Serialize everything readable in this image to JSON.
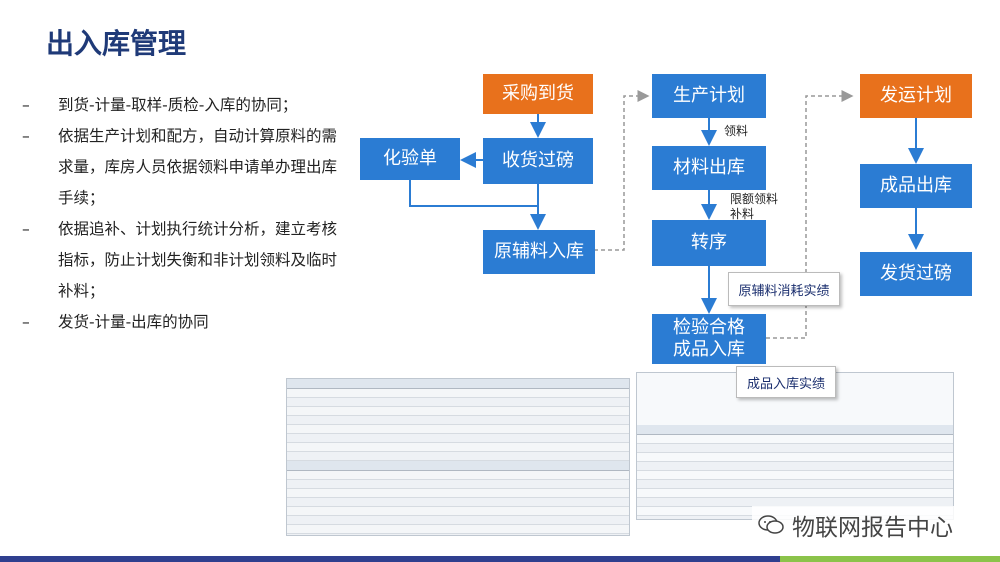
{
  "title": "出入库管理",
  "bullets": [
    "到货-计量-取样-质检-入库的协同；",
    "依据生产计划和配方，自动计算原料的需求量，库房人员依据领料申请单办理出库手续；",
    "依据追补、计划执行统计分析，建立考核指标，防止计划失衡和非计划领料及临时补料；",
    "发货-计量-出库的协同"
  ],
  "bullet_marker": "–",
  "flow": {
    "purchase_arrival": "采购到货",
    "receiving_weighing": "收货过磅",
    "lab_sheet": "化验单",
    "raw_material_in": "原辅料入库",
    "production_plan": "生产计划",
    "material_out": "材料出库",
    "transfer": "转序",
    "inspection_pass": "检验合格\n成品入库",
    "shipping_plan": "发运计划",
    "finished_out": "成品出库",
    "shipping_weighing": "发货过磅",
    "label_picking": "领料",
    "label_quota": "限额领料\n补料",
    "banner_consumption": "原辅料消耗实绩",
    "banner_finished_in": "成品入库实绩"
  },
  "colors": {
    "blue": "#2b7cd3",
    "orange": "#e8711c",
    "title": "#1f3a78",
    "footer_left": "#2f3f8f",
    "footer_right": "#8bc34a"
  },
  "watermark": {
    "text": "物联网报告中心",
    "icon": "wechat-icon"
  }
}
